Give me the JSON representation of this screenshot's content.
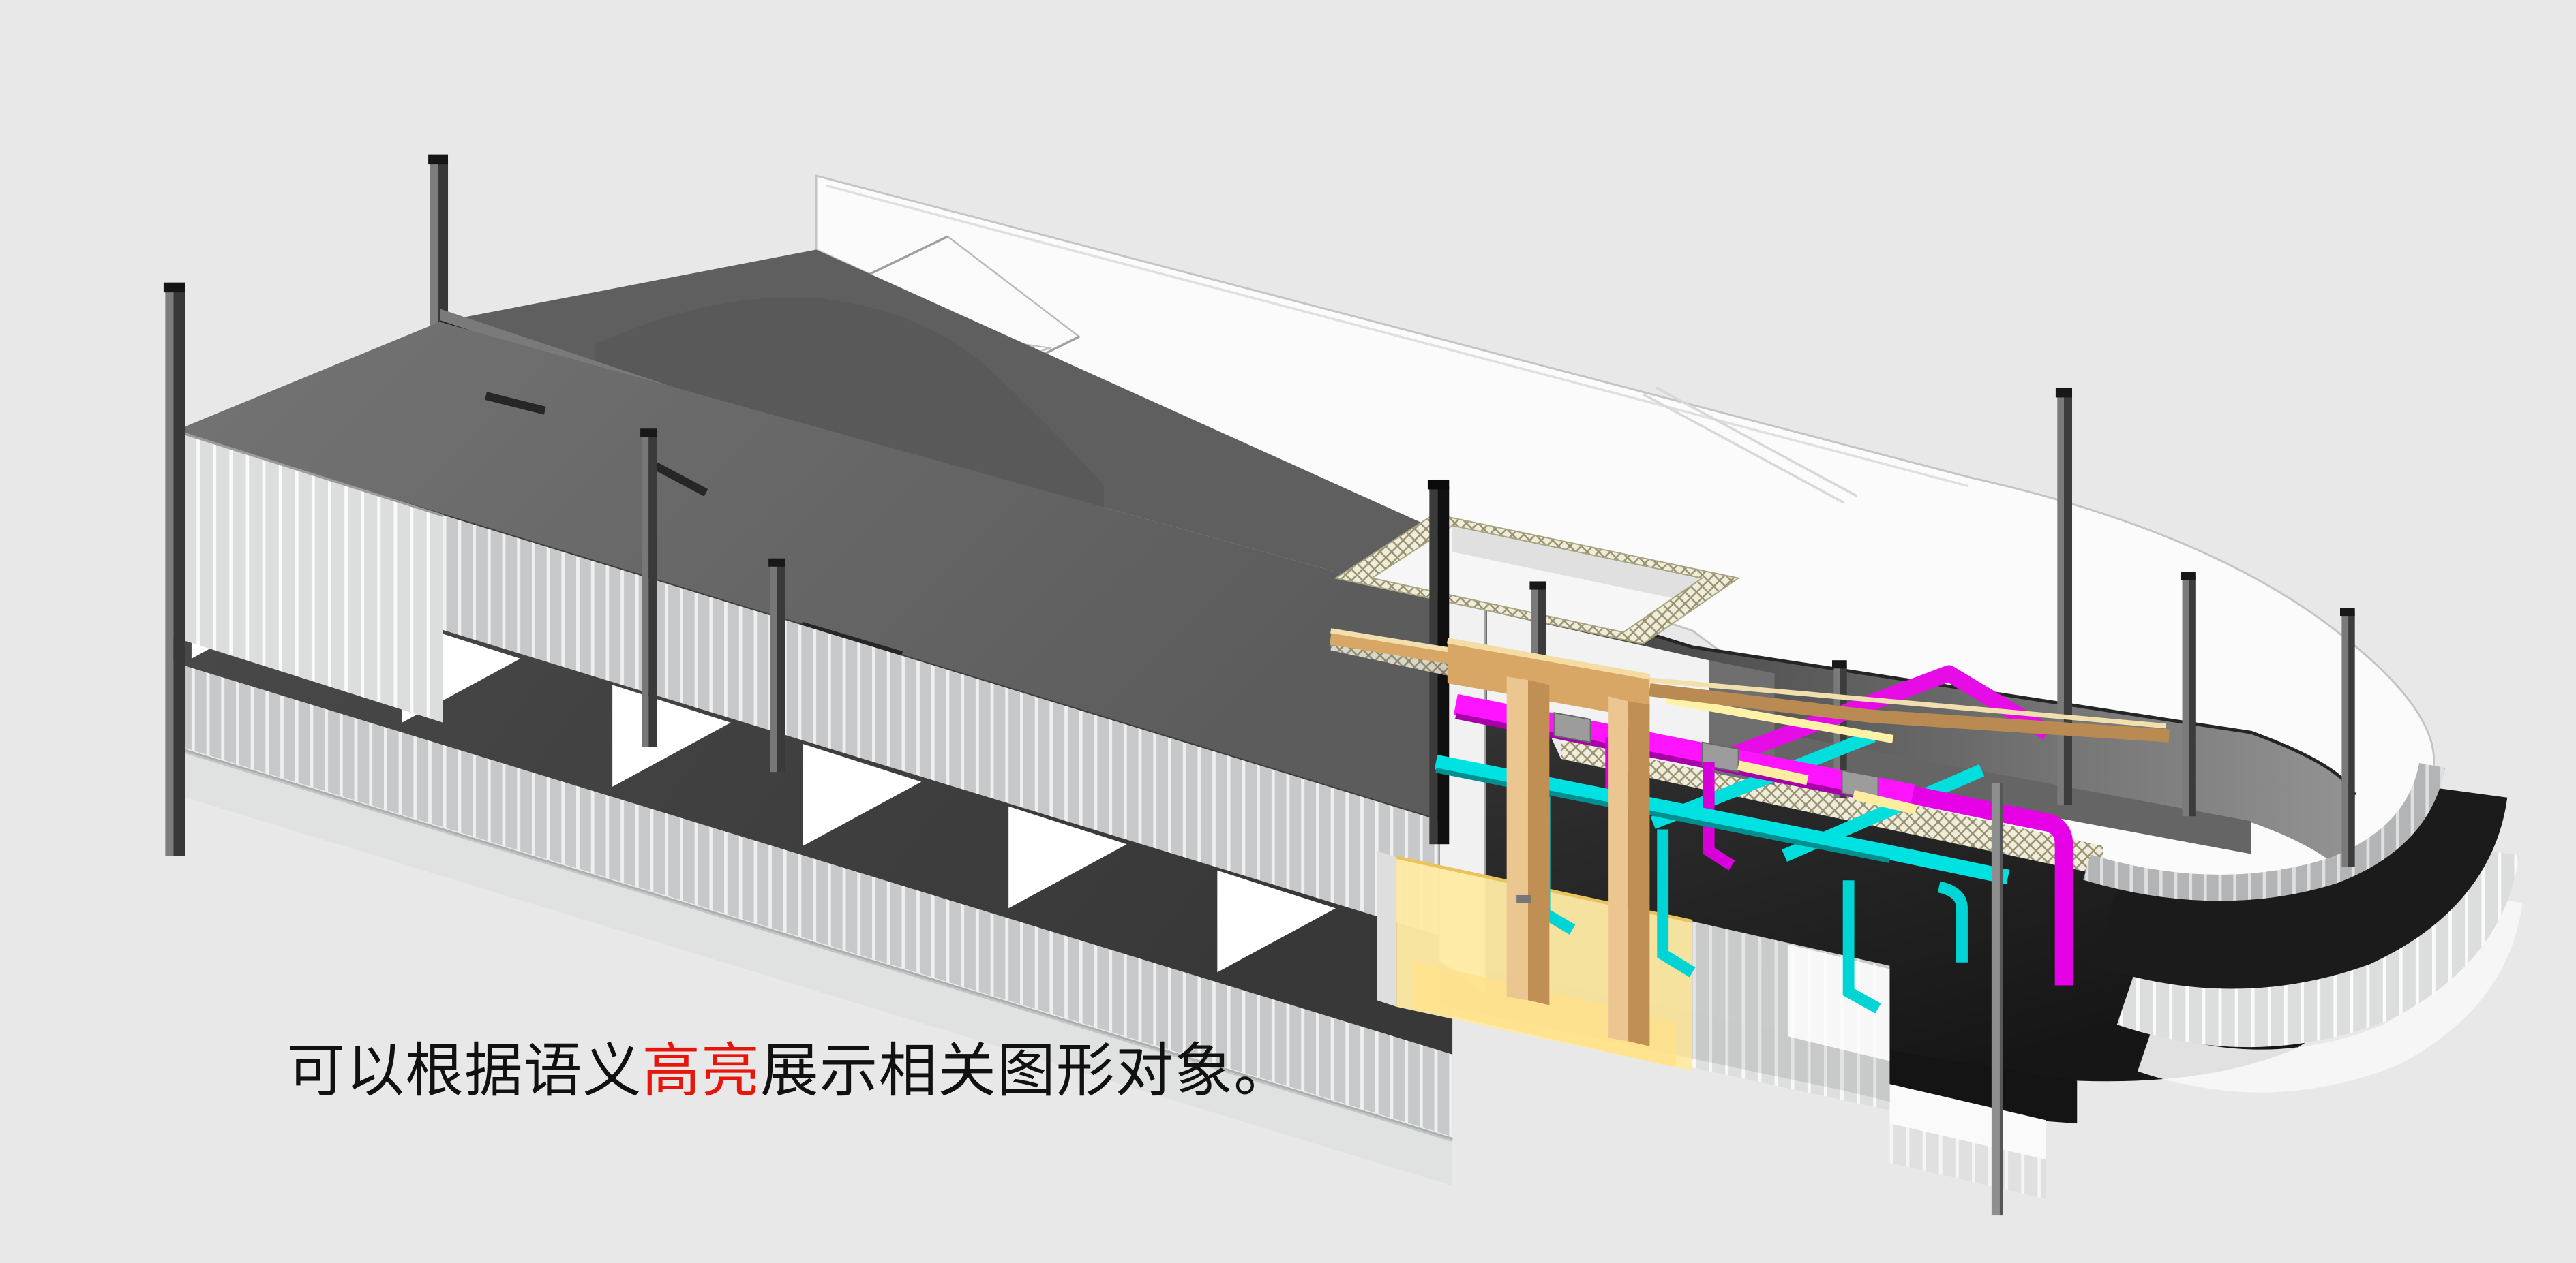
{
  "caption": {
    "prefix": "可以根据语义",
    "highlight": "高亮",
    "suffix": "展示相关图形对象。"
  },
  "colors": {
    "background": "#e8e8e8",
    "text": "#111111",
    "highlight_red": "#e8150b",
    "roof_white": "#fbfbfb",
    "deck_gray": "#6b6b6b",
    "band_dark": "#414141",
    "panel_light": "#c6c8c9",
    "floor_dark": "#2a2a2a",
    "duct_magenta": "#ff14ff",
    "duct_magenta_dark": "#a800a8",
    "pipe_cyan": "#00e2e2",
    "pipe_cyan_dark": "#008f8f",
    "duct_orange_side": "#d8a766",
    "duct_orange_leg_light": "#ecc690",
    "duct_orange_leg_dark": "#c08f53",
    "duct_orange_top": "#f2dfae",
    "tray_yellow": "#fff1a8",
    "highlight_yellow": "#ffeaa4",
    "mesh_khaki": "#97916d"
  }
}
